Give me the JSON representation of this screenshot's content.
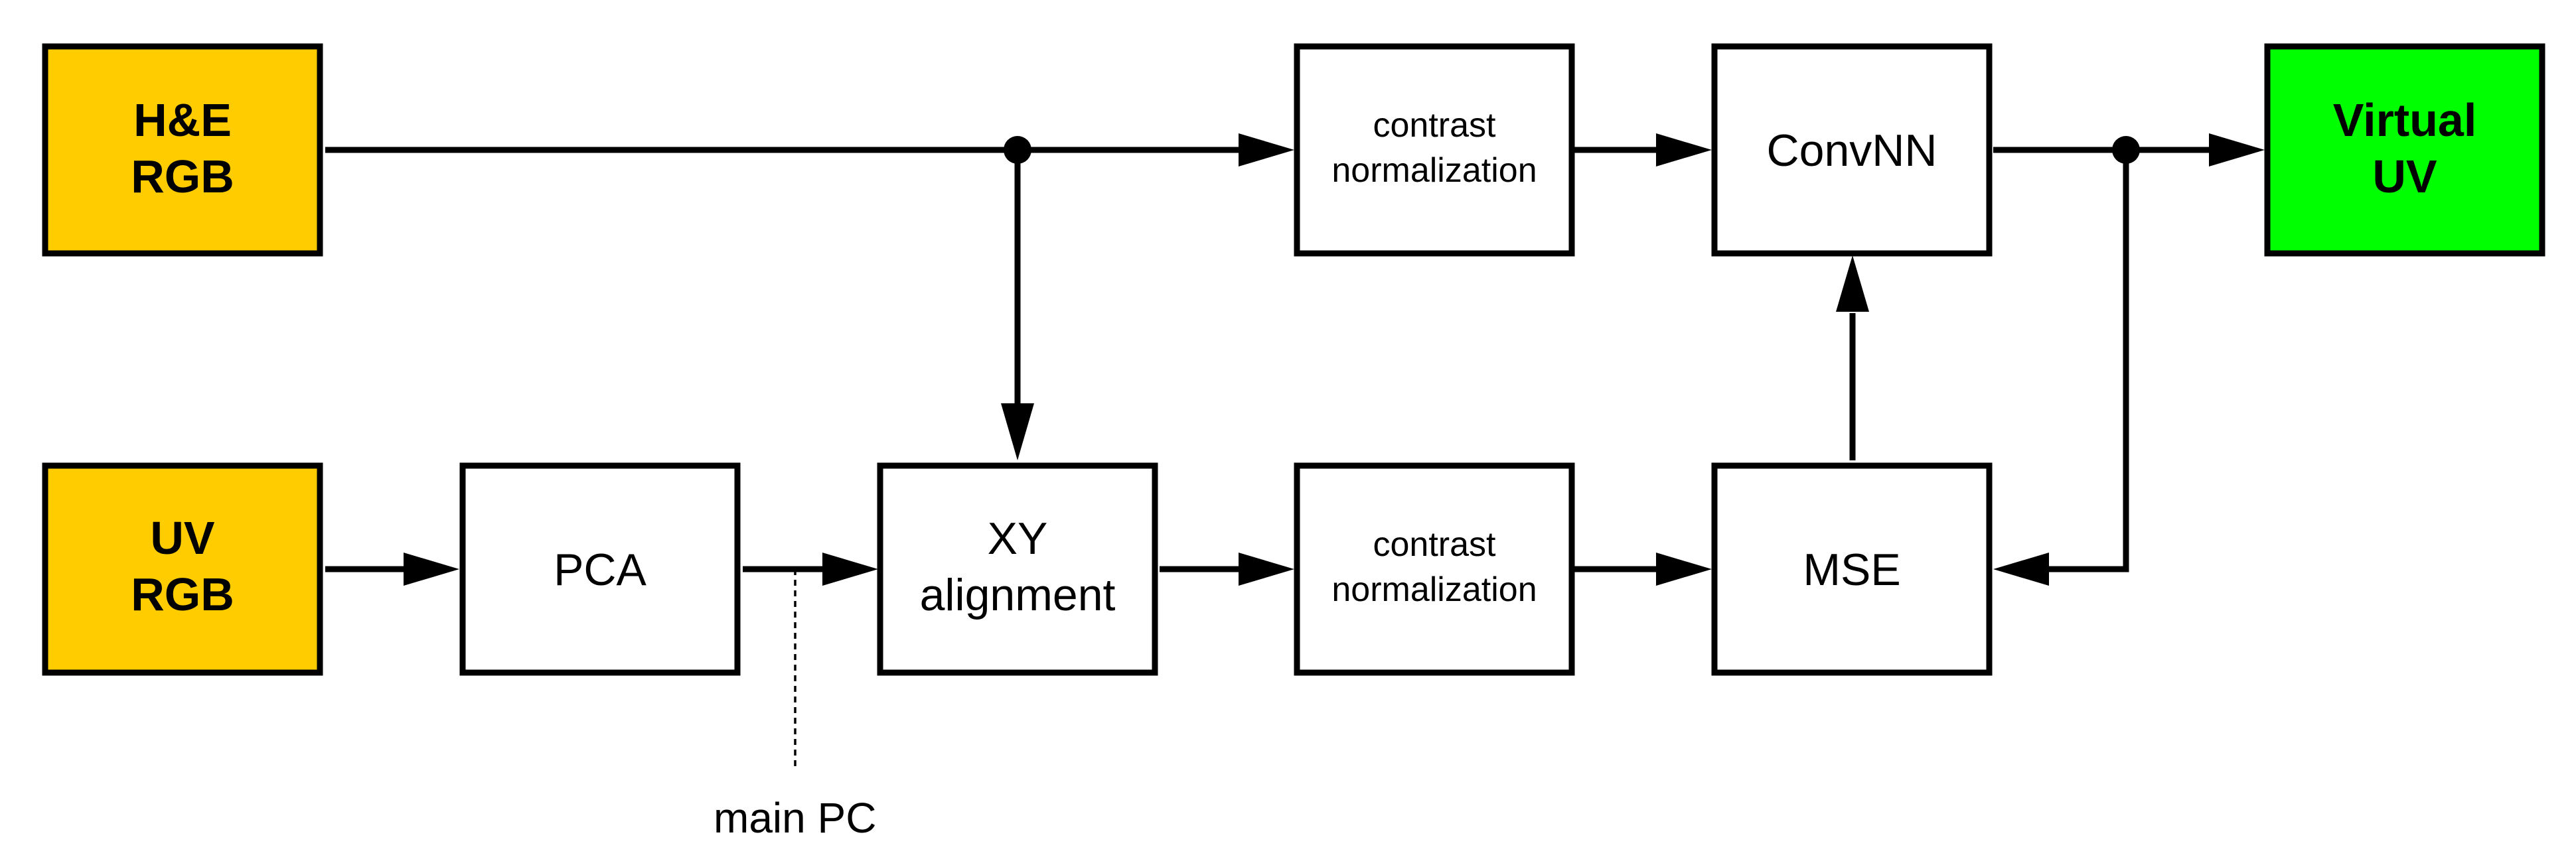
{
  "colors": {
    "input": "#FFCC00",
    "output": "#00FF00",
    "process": "#FFFFFF",
    "stroke": "#000000"
  },
  "nodes": {
    "he_rgb": {
      "lines": [
        "H&E",
        "RGB"
      ]
    },
    "uv_rgb": {
      "lines": [
        "UV",
        "RGB"
      ]
    },
    "pca": {
      "lines": [
        "PCA"
      ]
    },
    "xy_alignment": {
      "lines": [
        "XY",
        "alignment"
      ]
    },
    "contrast_top": {
      "lines": [
        "contrast",
        "normalization"
      ]
    },
    "contrast_bottom": {
      "lines": [
        "contrast",
        "normalization"
      ]
    },
    "convnn": {
      "lines": [
        "ConvNN"
      ]
    },
    "mse": {
      "lines": [
        "MSE"
      ]
    },
    "virtual_uv": {
      "lines": [
        "Virtual",
        "UV"
      ]
    }
  },
  "annotations": {
    "main_pc": "main PC"
  },
  "edges": [
    {
      "from": "he_rgb",
      "to": "contrast_top"
    },
    {
      "from": "he_rgb",
      "to": "xy_alignment"
    },
    {
      "from": "contrast_top",
      "to": "convnn"
    },
    {
      "from": "convnn",
      "to": "virtual_uv"
    },
    {
      "from": "convnn",
      "to": "mse"
    },
    {
      "from": "uv_rgb",
      "to": "pca"
    },
    {
      "from": "pca",
      "to": "xy_alignment"
    },
    {
      "from": "xy_alignment",
      "to": "contrast_bottom"
    },
    {
      "from": "contrast_bottom",
      "to": "mse"
    },
    {
      "from": "mse",
      "to": "convnn"
    }
  ]
}
